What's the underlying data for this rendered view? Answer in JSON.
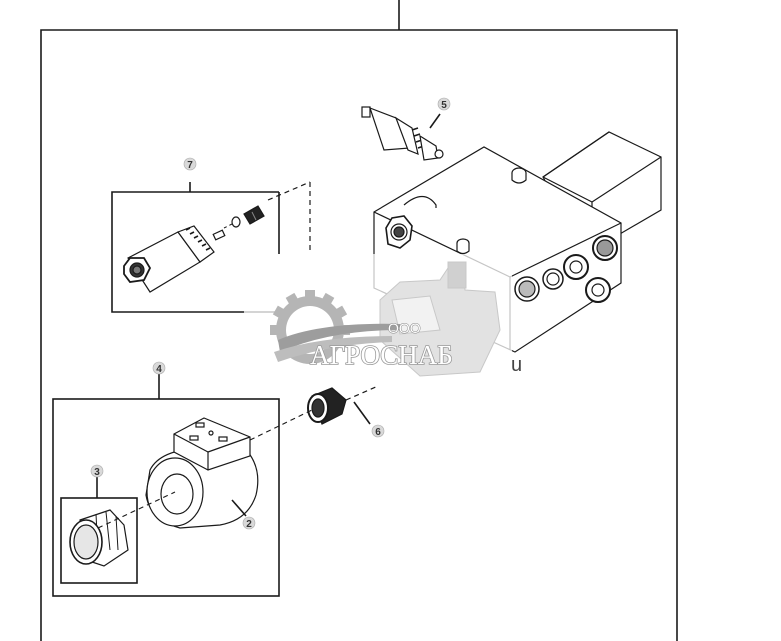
{
  "diagram": {
    "type": "exploded-parts-diagram",
    "subject": "Hydraulic valve block with solenoid valve components",
    "callouts": [
      {
        "id": "callout-2",
        "label": "2",
        "part": "solenoid-coil"
      },
      {
        "id": "callout-3",
        "label": "3",
        "part": "coil-retaining-nut"
      },
      {
        "id": "callout-4",
        "label": "4",
        "part": "coil-kit-group"
      },
      {
        "id": "callout-5",
        "label": "5",
        "part": "pressure-sensor"
      },
      {
        "id": "callout-6",
        "label": "6",
        "part": "valve-cartridge-plug"
      },
      {
        "id": "callout-7",
        "label": "7",
        "part": "solenoid-valve-cartridge-group"
      }
    ],
    "stray_text": "u"
  },
  "watermark": {
    "prefix": "ООО",
    "name": "АГРОСНАБ"
  },
  "colors": {
    "line": "#1a1a1a",
    "callout_fill": "#d9d9d9",
    "watermark_gray": "#b5b5b5",
    "background": "#ffffff"
  }
}
